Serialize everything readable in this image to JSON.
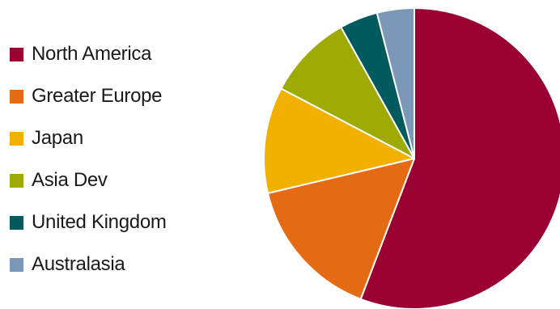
{
  "chart_data": {
    "type": "pie",
    "title": "",
    "start_angle_deg": 0,
    "direction": "clockwise",
    "legend_position": "left",
    "slices": [
      {
        "label": "North America",
        "value": 55.8,
        "color": "#9b0032"
      },
      {
        "label": "Greater Europe",
        "value": 15.5,
        "color": "#e46a14"
      },
      {
        "label": "Japan",
        "value": 11.4,
        "color": "#f2b000"
      },
      {
        "label": "Asia Dev",
        "value": 9.2,
        "color": "#9eab04"
      },
      {
        "label": "United Kingdom",
        "value": 4.1,
        "color": "#005a5e"
      },
      {
        "label": "Australasia",
        "value": 4.0,
        "color": "#7b98b8"
      }
    ]
  }
}
